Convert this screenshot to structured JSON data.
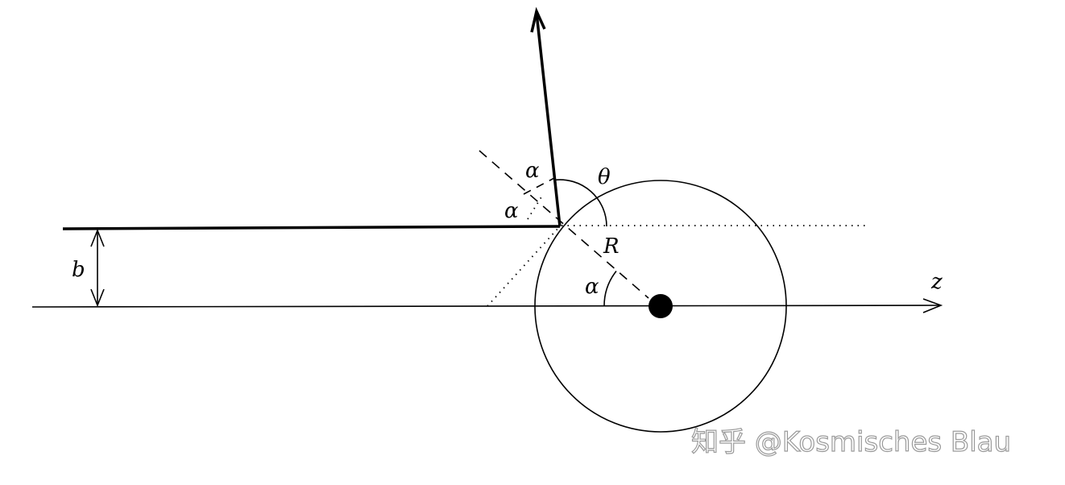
{
  "labels": {
    "b": "b",
    "z": "z",
    "alpha_top": "α",
    "alpha_mid": "α",
    "alpha_bottom": "α",
    "theta": "θ",
    "R": "R"
  },
  "watermark": "知乎 @Kosmisches Blau",
  "colors": {
    "stroke": "#000000",
    "watermark": "#9a9a9a"
  }
}
